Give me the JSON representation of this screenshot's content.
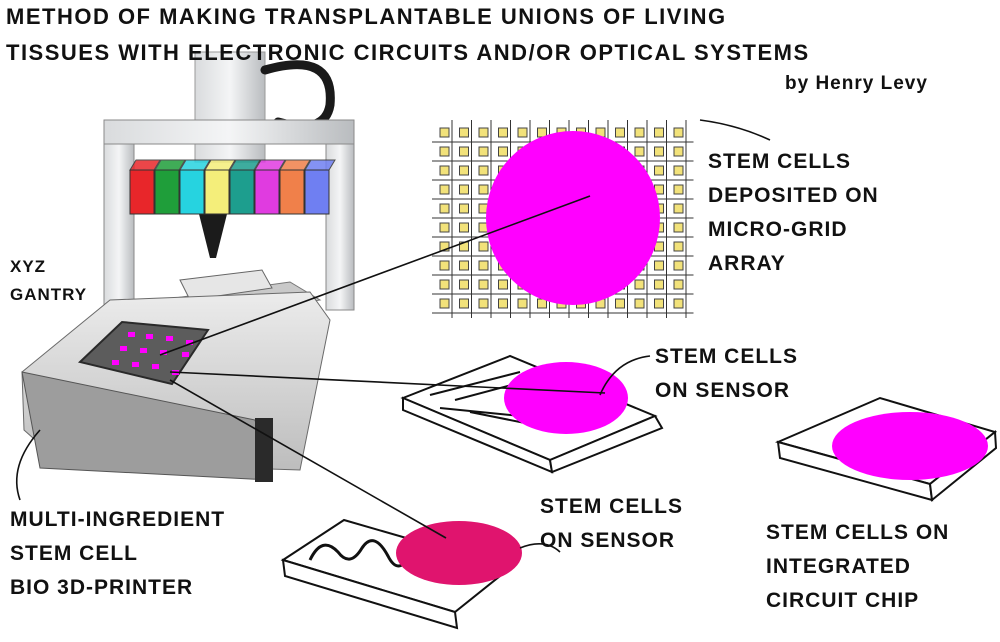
{
  "title": {
    "line1": "METHOD OF MAKING TRANSPLANTABLE UNIONS OF LIVING",
    "line2": "TISSUES WITH ELECTRONIC CIRCUITS AND/OR OPTICAL SYSTEMS",
    "author": "by Henry Levy"
  },
  "labels": {
    "gantry": [
      "XYZ",
      "GANTRY"
    ],
    "micro_grid": [
      "STEM  CELLS",
      "DEPOSITED ON",
      "MICRO-GRID",
      "ARRAY"
    ],
    "sensor_top": [
      "STEM CELLS",
      "ON SENSOR"
    ],
    "sensor_bottom": [
      "STEM CELLS",
      "ON SENSOR"
    ],
    "chip": [
      "STEM CELLS ON",
      "INTEGRATED",
      "CIRCUIT CHIP"
    ],
    "printer": [
      "MULTI-INGREDIENT",
      "STEM CELL",
      "BIO 3D-PRINTER"
    ]
  },
  "colors": {
    "stem_cells": "#ff00ff",
    "stem_cells_dark": "#e0146e",
    "grid_pad": "#f2e27a",
    "cartridges": [
      "#e8262a",
      "#1f9e3a",
      "#26d3e0",
      "#f4ee7a",
      "#1d9e8e",
      "#e03be0",
      "#f0804a",
      "#6f7ff2"
    ]
  }
}
